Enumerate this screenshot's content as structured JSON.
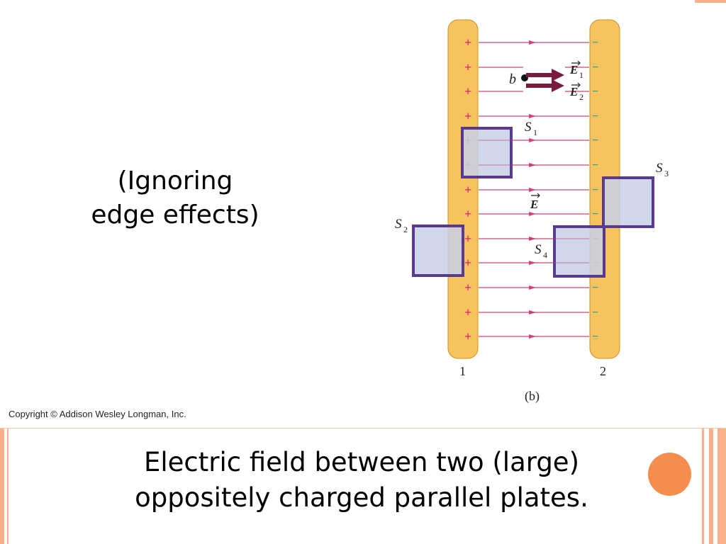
{
  "slide": {
    "side_note_line1": "(Ignoring",
    "side_note_line2": "edge effects)",
    "copyright": "Copyright © Addison Wesley Longman, Inc.",
    "caption_line1": "Electric field between two (large)",
    "caption_line2": "oppositely charged parallel plates."
  },
  "figure": {
    "plate1_label": "1",
    "plate2_label": "2",
    "panel_label": "(b)",
    "plus_sign": "+",
    "minus_sign": "−",
    "point_label": "b",
    "field_label": "E",
    "field1_label": "E",
    "field1_sub": "1",
    "field2_label": "E",
    "field2_sub": "2",
    "surfaces": [
      {
        "name": "S",
        "sub": "1"
      },
      {
        "name": "S",
        "sub": "2"
      },
      {
        "name": "S",
        "sub": "3"
      },
      {
        "name": "S",
        "sub": "4"
      }
    ]
  },
  "colors": {
    "plate": "#f7c35f",
    "plus": "#e0207a",
    "minus": "#1fa3a0",
    "field_line": "#d0407a",
    "surface_fill": "#c8d0e6",
    "surface_stroke": "#5a3a8e",
    "big_arrow": "#7a1a3e",
    "accent_stripe": "#f6a47a",
    "dot": "#f68d4e"
  }
}
